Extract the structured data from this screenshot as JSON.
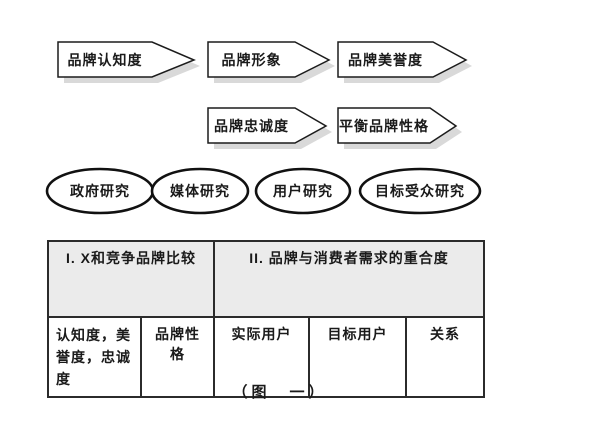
{
  "flow_row1": [
    {
      "label": "品牌认知度"
    },
    {
      "label": "品牌形象"
    },
    {
      "label": "品牌美誉度"
    }
  ],
  "flow_row2": [
    {
      "label": "品牌忠诚度"
    },
    {
      "label": "平衡品牌性格"
    }
  ],
  "research_ellipses": [
    {
      "label": "政府研究"
    },
    {
      "label": "媒体研究"
    },
    {
      "label": "用户研究"
    },
    {
      "label": "目标受众研究"
    }
  ],
  "table": {
    "header": [
      {
        "label": "I.  X和竞争品牌比较"
      },
      {
        "label": "II.  品牌与消费者需求的重合度"
      }
    ],
    "body": [
      "认知度，美誉度，忠诚度",
      "品牌性格",
      "实际用户",
      "目标用户",
      "关系"
    ]
  },
  "caption": "（图　一）",
  "colors": {
    "shape_border": "#1c1c1c",
    "shape_fill": "#ffffff",
    "shape_shadow": "#d9d9d9",
    "ellipse_border": "#111111",
    "table_border": "#2b2b2b",
    "table_header_bg": "#ebebeb",
    "background": "#ffffff"
  }
}
